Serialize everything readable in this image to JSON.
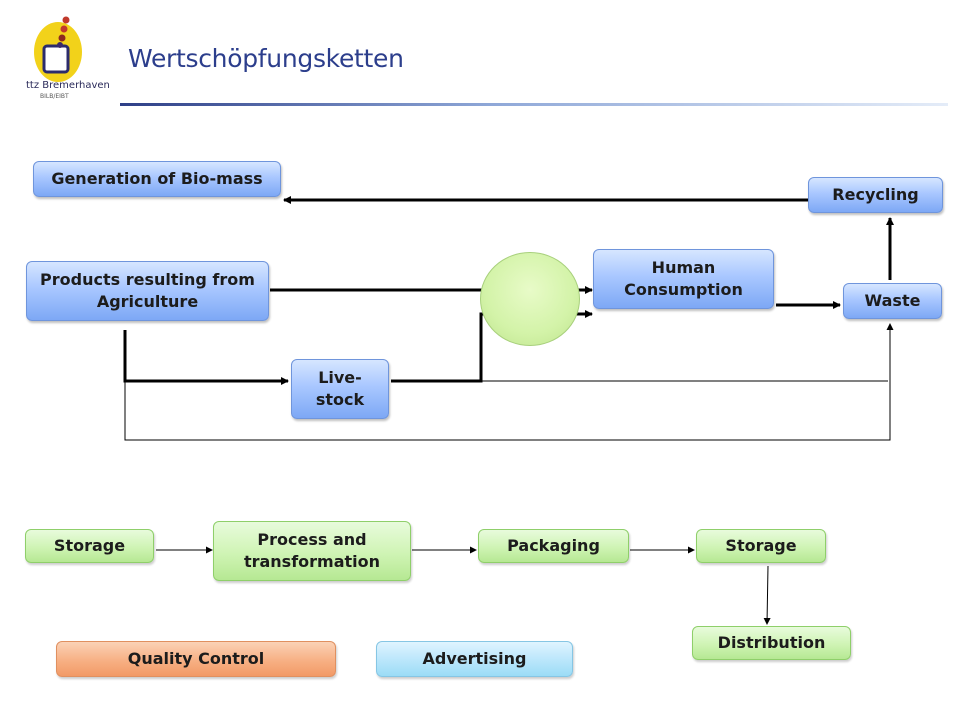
{
  "header": {
    "title": "Wertschöpfungsketten",
    "logo_text": "ttz Bremerhaven",
    "logo_subtext": "BILB/EIBT"
  },
  "flow_top": {
    "generation": "Generation of Bio-mass",
    "recycling": "Recycling",
    "products": "Products resulting from Agriculture",
    "human": "Human Consumption",
    "waste": "Waste",
    "livestock": "Live-stock"
  },
  "flow_bottom": {
    "storage1": "Storage",
    "process": "Process and transformation",
    "packaging": "Packaging",
    "storage2": "Storage",
    "distribution": "Distribution",
    "quality": "Quality Control",
    "advertising": "Advertising"
  },
  "colors": {
    "title": "#2c3e8c",
    "blue_box": "#a9c7ff",
    "green_box": "#cff4b4",
    "orange_box": "#f7b084",
    "cyan_box": "#b9e6fb"
  }
}
